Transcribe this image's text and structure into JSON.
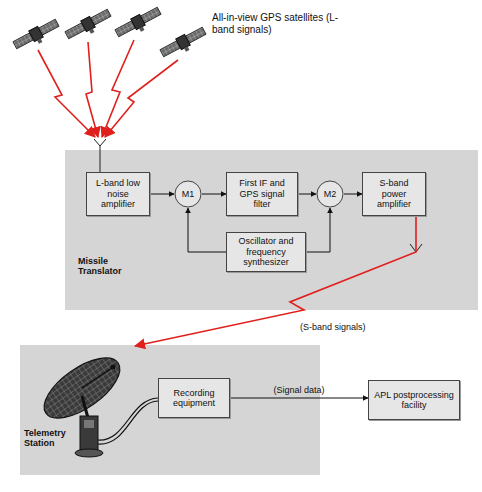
{
  "diagram": {
    "nodes": [
      {
        "text": [
          "Missile Translator"
        ]
      },
      {
        "text": [
          "L-band low noise amplifier"
        ],
        "in": 0
      },
      {
        "text": [
          "M1"
        ],
        "in": 0
      },
      {
        "text": [
          "First IF and GPS signal filter"
        ],
        "in": 0
      },
      {
        "text": [
          "M2"
        ],
        "in": 0
      },
      {
        "text": [
          "S-band power amplifier"
        ],
        "in": 0
      },
      {
        "text": [
          "Oscillator and frequency synthesizer"
        ],
        "in": 0
      },
      {
        "text": [
          "Telemetry Station"
        ]
      },
      {
        "text": [
          "Recording equipment"
        ],
        "in": 7
      },
      {
        "text": [
          "APL postprocessing facility"
        ]
      }
    ],
    "edges": [
      {
        "from": 1,
        "to": 2,
        "arrow": "to"
      },
      {
        "from": 2,
        "to": 3,
        "arrow": "to"
      },
      {
        "from": 3,
        "to": 4,
        "arrow": "to"
      },
      {
        "from": 4,
        "to": 5,
        "arrow": "to"
      },
      {
        "from": 6,
        "to": 2,
        "arrow": "to"
      },
      {
        "from": 6,
        "to": 4,
        "arrow": "to"
      },
      {
        "from": 5,
        "to": 7,
        "label": "(S-band signals)",
        "arrow": "to"
      },
      {
        "from": 8,
        "to": 9,
        "label": "(Signal data)",
        "arrow": "to"
      }
    ],
    "labels": [
      "All-in-view GPS satellites (L-band signals)"
    ]
  }
}
